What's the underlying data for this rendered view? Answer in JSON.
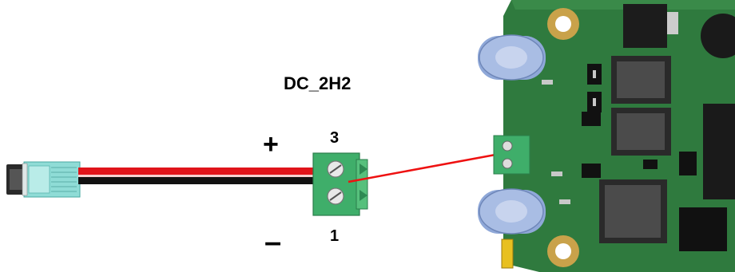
{
  "connector": {
    "name": "DC_2H2",
    "pin_top": "3",
    "pin_bottom": "1",
    "plus_sign": "+",
    "minus_sign": "–"
  },
  "colors": {
    "wire_positive": "#e0141a",
    "wire_negative": "#111111",
    "terminal_green": "#3fae6a",
    "pcb_green": "#2f7a3e",
    "pointer_line": "#ee1111",
    "plug_cyan": "#7fd6d0"
  }
}
